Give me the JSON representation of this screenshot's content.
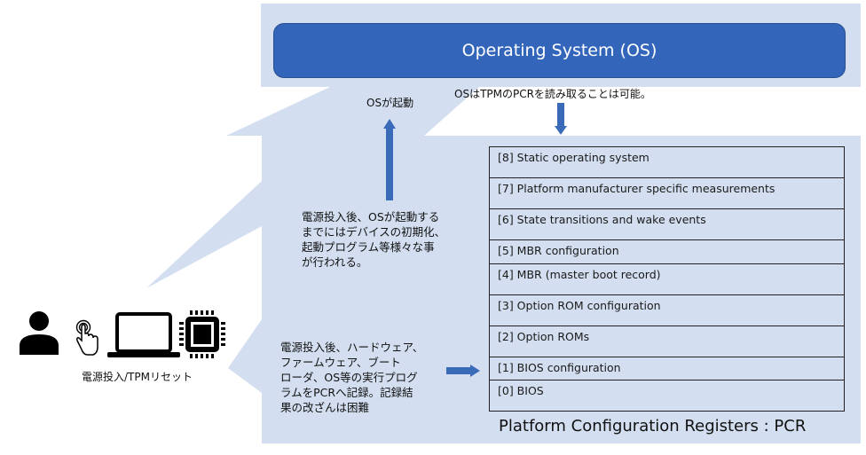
{
  "colors": {
    "panel_bg": "#d3dff0",
    "os_box": "#3366bb",
    "arrow": "#3a6bb8",
    "icon": "#000000"
  },
  "os_box": {
    "label": "Operating System (OS)"
  },
  "labels": {
    "os_boot": "OSが起動",
    "os_read_pcr": "OSはTPMのPCRを読み取ることは可能。",
    "power_on_reset": "電源投入/TPMリセット"
  },
  "notes": {
    "boot_process": "電源投入後、OSが起動する\nまでにはデバイスの初期化、\n起動プログラム等様々な事\nが行われる。",
    "pcr_recording": "電源投入後、ハードウェア、\nファームウェア、ブート\nローダ、OS等の実行プログ\nラムをPCRへ記録。記録結\n果の改ざんは困難"
  },
  "pcr": {
    "caption": "Platform Configuration Registers : PCR",
    "rows": [
      {
        "label": "[8] Static operating system"
      },
      {
        "label": "[7] Platform manufacturer specific measurements"
      },
      {
        "label": "[6] State transitions and wake events"
      },
      {
        "label": "[5] MBR configuration"
      },
      {
        "label": "[4] MBR (master boot record)"
      },
      {
        "label": "[3] Option ROM configuration"
      },
      {
        "label": "[2] Option ROMs"
      },
      {
        "label": "[1] BIOS configuration"
      },
      {
        "label": "[0] BIOS"
      }
    ]
  },
  "icons": [
    "user-icon",
    "touch-icon",
    "laptop-icon",
    "chip-icon"
  ]
}
